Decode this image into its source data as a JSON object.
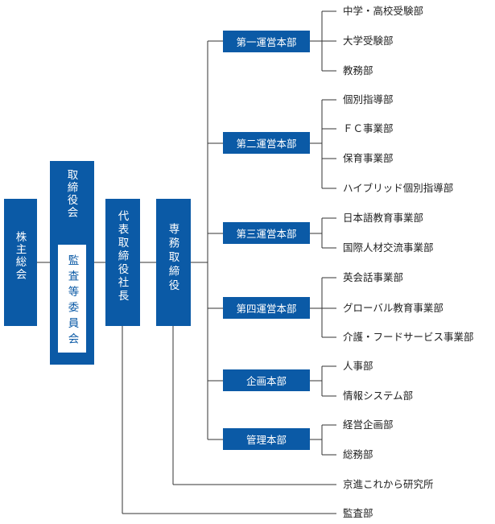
{
  "shareholders": "株主総会",
  "board": "取締役会",
  "audit_committee": "監査等委員会",
  "president": "代表取締役社長",
  "managing_director": "専務取締役",
  "divisions": [
    {
      "name": "第一運営本部",
      "departments": [
        "中学・高校受験部",
        "大学受験部",
        "教務部"
      ]
    },
    {
      "name": "第二運営本部",
      "departments": [
        "個別指導部",
        "ＦＣ事業部",
        "保育事業部",
        "ハイブリッド個別指導部"
      ]
    },
    {
      "name": "第三運営本部",
      "departments": [
        "日本語教育事業部",
        "国際人材交流事業部"
      ]
    },
    {
      "name": "第四運営本部",
      "departments": [
        "英会話事業部",
        "グローバル教育事業部",
        "介護・フードサービス事業部"
      ]
    },
    {
      "name": "企画本部",
      "departments": [
        "人事部",
        "情報システム部"
      ]
    },
    {
      "name": "管理本部",
      "departments": [
        "経営企画部",
        "総務部"
      ]
    }
  ],
  "research_institute": "京進これから研究所",
  "audit_department": "監査部"
}
